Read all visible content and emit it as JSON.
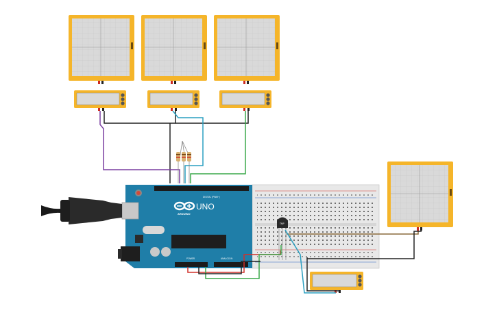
{
  "board": {
    "logo_text": "UNO",
    "brand_text": "ARDUINO",
    "digital_label": "DIGITAL (PWM~)",
    "power_label": "POWER",
    "analog_label": "ANALOG IN",
    "color": "#1f7ea8"
  },
  "sensor": {
    "label": "TMP"
  },
  "colors": {
    "oscilloscope": "#f5b52a",
    "screen": "#d9d9d9",
    "wire_black": "#222222",
    "wire_purple": "#7a3fa0",
    "wire_teal": "#2a9fc0",
    "wire_green": "#3aa84a",
    "wire_red": "#d0302a",
    "wire_brown": "#8a6a3a"
  },
  "icons": {
    "usb_cable": "usb-cable-icon",
    "power_jack": "power-jack-icon",
    "reset_button": "reset-button-icon"
  }
}
